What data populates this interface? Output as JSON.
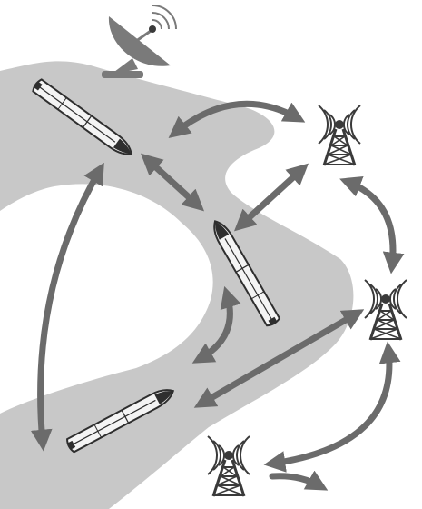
{
  "diagram": {
    "colors": {
      "background": "#ffffff",
      "river": "#c8c8c8",
      "arrow": "#6b6b6b",
      "hull": "#f4f4f4",
      "hull_outline": "#2e2e2e",
      "dish": "#7a7a7a",
      "tower": "#3a3a3a"
    },
    "nodes": [
      {
        "id": "satellite-dish",
        "kind": "satellite-dish",
        "icon": "satellite-dish-icon"
      },
      {
        "id": "ship-top-left",
        "kind": "vessel",
        "icon": "ship-icon"
      },
      {
        "id": "ship-center",
        "kind": "vessel",
        "icon": "ship-icon"
      },
      {
        "id": "ship-bottom-left",
        "kind": "vessel",
        "icon": "ship-icon"
      },
      {
        "id": "ship-lower-middle",
        "kind": "vessel",
        "icon": "ship-icon"
      },
      {
        "id": "tower-top",
        "kind": "radio-tower",
        "icon": "radio-tower-icon"
      },
      {
        "id": "tower-right",
        "kind": "radio-tower",
        "icon": "radio-tower-icon"
      },
      {
        "id": "tower-bottom",
        "kind": "radio-tower",
        "icon": "radio-tower-icon"
      }
    ],
    "links": [
      {
        "from": "ship-top-left",
        "to": "tower-top",
        "direction": "both"
      },
      {
        "from": "ship-top-left",
        "to": "ship-center",
        "direction": "both"
      },
      {
        "from": "ship-top-left",
        "to": "ship-bottom-left",
        "direction": "both"
      },
      {
        "from": "ship-center",
        "to": "tower-top",
        "direction": "both"
      },
      {
        "from": "ship-center",
        "to": "ship-lower-middle",
        "direction": "both"
      },
      {
        "from": "tower-top",
        "to": "tower-right",
        "direction": "both"
      },
      {
        "from": "ship-lower-middle",
        "to": "tower-right",
        "direction": "both"
      },
      {
        "from": "tower-right",
        "to": "tower-bottom",
        "direction": "both"
      },
      {
        "from": "tower-bottom",
        "to": "offscreen",
        "direction": "one-way"
      }
    ]
  }
}
